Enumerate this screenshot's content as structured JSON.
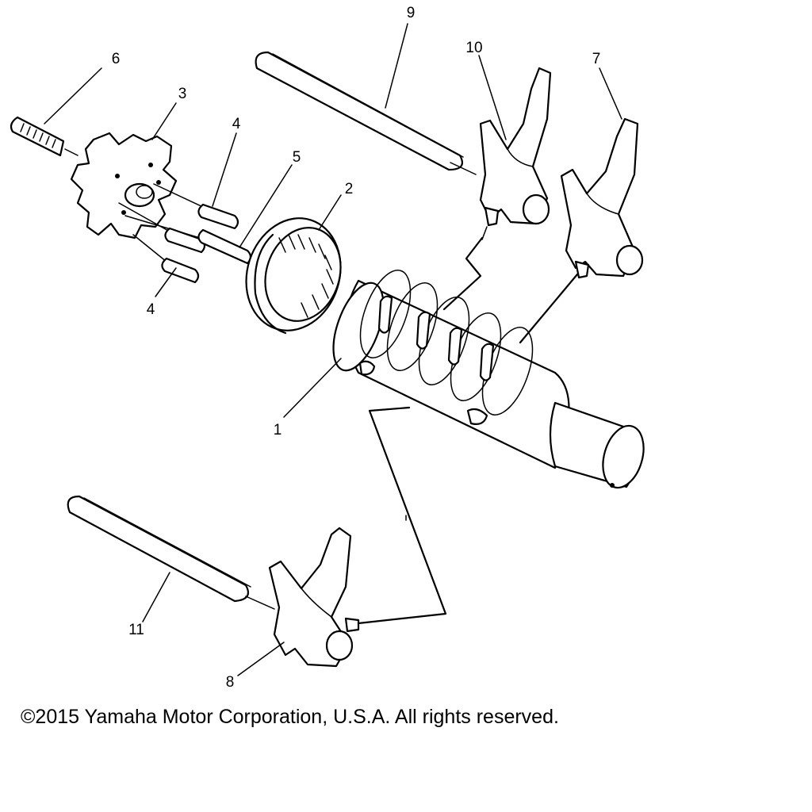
{
  "diagram": {
    "callouts": [
      {
        "id": "part-1",
        "label": "1"
      },
      {
        "id": "part-2",
        "label": "2"
      },
      {
        "id": "part-3",
        "label": "3"
      },
      {
        "id": "part-4-upper",
        "label": "4"
      },
      {
        "id": "part-4-lower",
        "label": "4"
      },
      {
        "id": "part-5",
        "label": "5"
      },
      {
        "id": "part-6",
        "label": "6"
      },
      {
        "id": "part-7",
        "label": "7"
      },
      {
        "id": "part-8",
        "label": "8"
      },
      {
        "id": "part-9",
        "label": "9"
      },
      {
        "id": "part-10",
        "label": "10"
      },
      {
        "id": "part-11",
        "label": "11"
      }
    ]
  },
  "copyright": "©2015 Yamaha Motor Corporation, U.S.A. All rights reserved."
}
